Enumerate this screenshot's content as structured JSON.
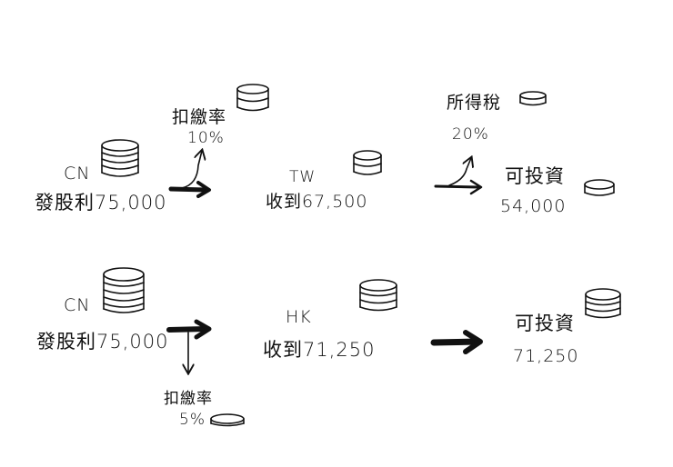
{
  "row1": {
    "source": {
      "region": "CN",
      "text": "發股利75,000"
    },
    "withholding": {
      "label": "扣繳率",
      "rate": "10%"
    },
    "middle": {
      "region": "TW",
      "text": "收到67,500"
    },
    "tax": {
      "label": "所得稅",
      "rate": "20%"
    },
    "result": {
      "label": "可投資",
      "amount": "54,000"
    }
  },
  "row2": {
    "source": {
      "region": "CN",
      "text": "發股利75,000"
    },
    "withholding": {
      "label": "扣繳率",
      "rate": "5%"
    },
    "middle": {
      "region": "HK",
      "text": "收到71,250"
    },
    "result": {
      "label": "可投資",
      "amount": "71,250"
    }
  },
  "icons": {
    "coin_stack": "coin-stack-icon",
    "arrow": "arrow-icon"
  },
  "colors": {
    "ink": "#111111",
    "background": "#ffffff"
  }
}
